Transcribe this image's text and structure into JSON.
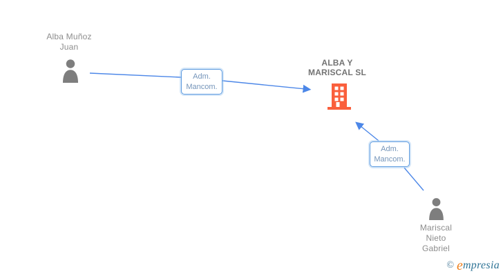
{
  "page": {
    "background": "#FFFFFF"
  },
  "colors": {
    "edge_line": "#4C87E8",
    "relation_box_border": "#5E9BE0",
    "relation_box_text": "#7595BA",
    "person_icon": "#7E7E7E",
    "person_name_text": "#8D8D8D",
    "company_name_text": "#737373",
    "building_icon": "#FA5F3C",
    "brand_teal": "#2F7496",
    "brand_orange": "#EF7F1B"
  },
  "nodes": {
    "person1": {
      "name_line1": "Alba Muñoz",
      "name_line2": "Juan",
      "icon": "person-icon"
    },
    "company": {
      "name_line1": "ALBA Y",
      "name_line2": "MARISCAL SL",
      "icon": "building-icon"
    },
    "person2": {
      "name_line1": "Mariscal",
      "name_line2": "Nieto",
      "name_line3": "Gabriel",
      "icon": "person-icon"
    }
  },
  "edges": {
    "edge1": {
      "from": "Alba Muñoz Juan",
      "to": "ALBA Y MARISCAL SL",
      "label_line1": "Adm.",
      "label_line2": "Mancom."
    },
    "edge2": {
      "from": "Mariscal Nieto Gabriel",
      "to": "ALBA Y MARISCAL SL",
      "label_line1": "Adm.",
      "label_line2": "Mancom."
    }
  },
  "watermark": {
    "copyright_symbol": "©",
    "brand_initial": "e",
    "brand_rest": "mpresia"
  }
}
